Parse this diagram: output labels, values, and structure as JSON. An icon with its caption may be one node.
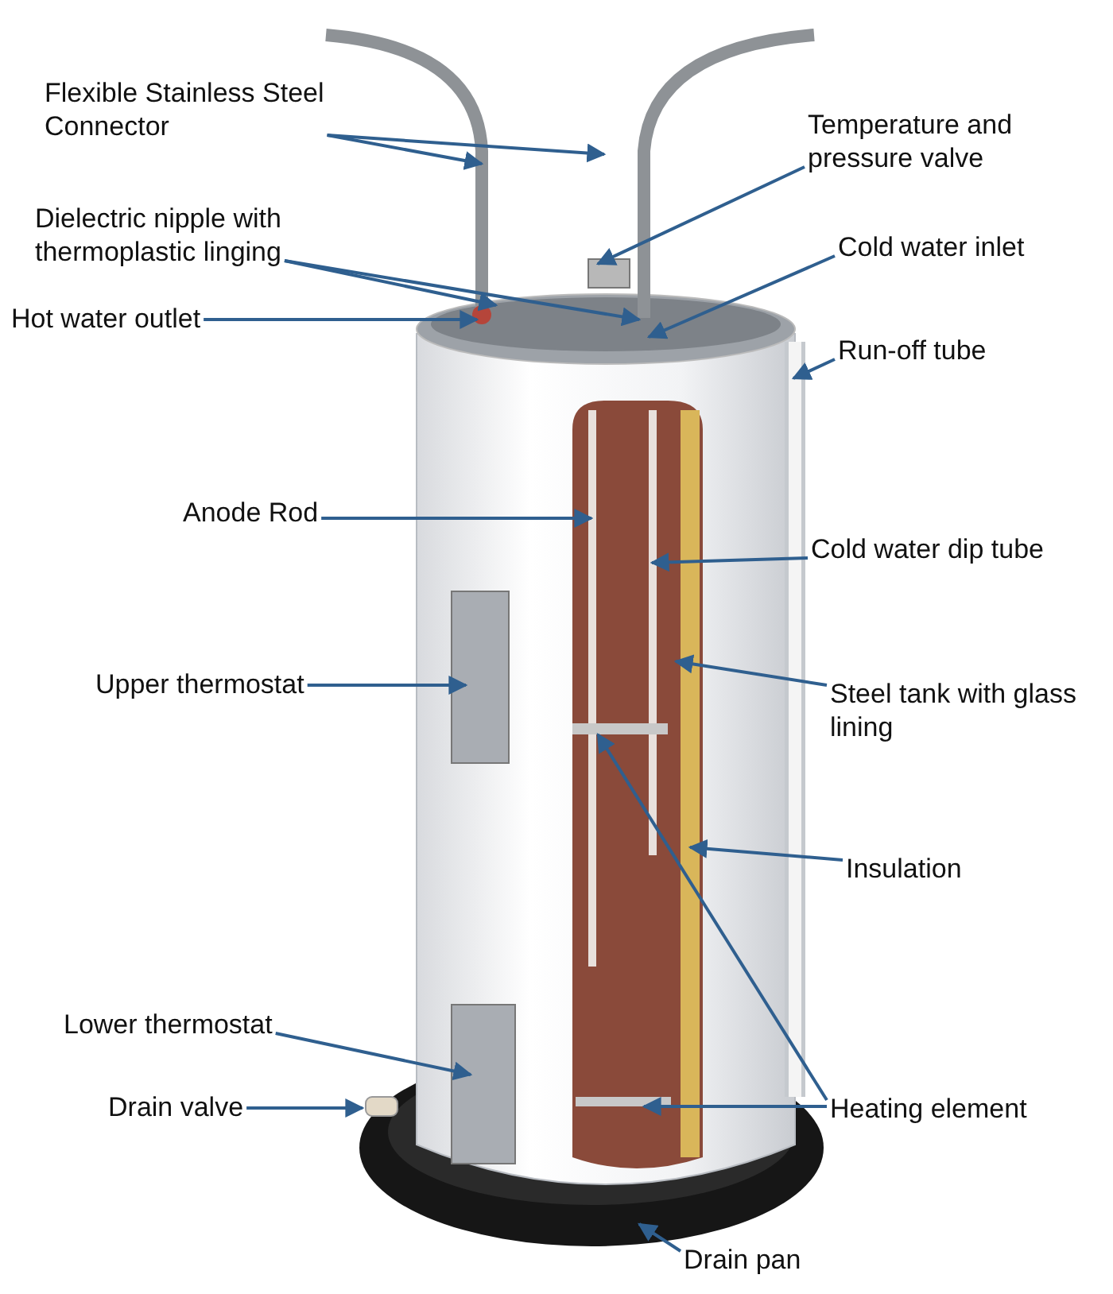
{
  "diagram": {
    "nodes": [
      {
        "text": [
          "Flexible Stainless Steel Connector"
        ]
      },
      {
        "text": [
          "Temperature and pressure valve"
        ]
      },
      {
        "text": [
          "Dielectric nipple with thermoplastic linging"
        ]
      },
      {
        "text": [
          "Cold water inlet"
        ]
      },
      {
        "text": [
          "Hot water outlet"
        ]
      },
      {
        "text": [
          "Run-off tube"
        ]
      },
      {
        "text": [
          "Anode Rod"
        ]
      },
      {
        "text": [
          "Cold water dip tube"
        ]
      },
      {
        "text": [
          "Upper thermostat"
        ]
      },
      {
        "text": [
          "Steel tank with glass lining"
        ]
      },
      {
        "text": [
          "Insulation"
        ]
      },
      {
        "text": [
          "Lower thermostat"
        ]
      },
      {
        "text": [
          "Drain valve"
        ]
      },
      {
        "text": [
          "Heating element"
        ]
      },
      {
        "text": [
          "Drain pan"
        ]
      }
    ],
    "edges": [
      {
        "from": 0,
        "to": null,
        "arrow": "to"
      },
      {
        "from": 0,
        "to": null,
        "arrow": "to"
      },
      {
        "from": 1,
        "to": null,
        "arrow": "to"
      },
      {
        "from": 2,
        "to": null,
        "arrow": "to"
      },
      {
        "from": 2,
        "to": null,
        "arrow": "to"
      },
      {
        "from": 3,
        "to": null,
        "arrow": "to"
      },
      {
        "from": 4,
        "to": null,
        "arrow": "to"
      },
      {
        "from": 5,
        "to": null,
        "arrow": "to"
      },
      {
        "from": 6,
        "to": null,
        "arrow": "to"
      },
      {
        "from": 7,
        "to": null,
        "arrow": "to"
      },
      {
        "from": 8,
        "to": null,
        "arrow": "to"
      },
      {
        "from": 9,
        "to": null,
        "arrow": "to"
      },
      {
        "from": 10,
        "to": null,
        "arrow": "to"
      },
      {
        "from": 11,
        "to": null,
        "arrow": "to"
      },
      {
        "from": 12,
        "to": null,
        "arrow": "to"
      },
      {
        "from": 13,
        "to": null,
        "arrow": "to"
      },
      {
        "from": 13,
        "to": null,
        "arrow": "to"
      },
      {
        "from": 14,
        "to": null,
        "arrow": "to"
      }
    ]
  }
}
